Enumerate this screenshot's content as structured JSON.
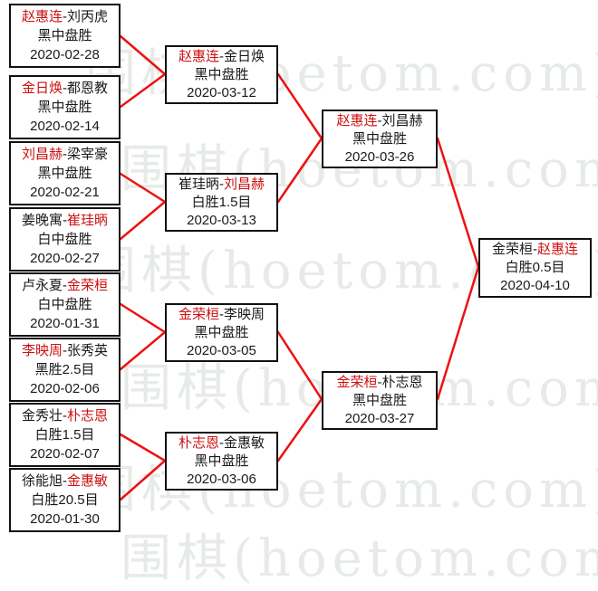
{
  "watermark": {
    "text": "围棋(hoetom.com)",
    "color": "#e7ebe7"
  },
  "separator": "-",
  "colors": {
    "winner_red": "#cc1111",
    "text_black": "#1a1a1a",
    "connector_red": "#ee1111",
    "box_border": "#111111"
  },
  "rounds": {
    "r1": [
      {
        "p1": "赵惠连",
        "p1_style": "color:#cc1111",
        "p2": "刘丙虎",
        "p2_style": "color:#1a1a1a",
        "result": "黑中盘胜",
        "date": "2020-02-28"
      },
      {
        "p1": "金日焕",
        "p1_style": "color:#cc1111",
        "p2": "都恩教",
        "p2_style": "color:#1a1a1a",
        "result": "黑中盘胜",
        "date": "2020-02-14"
      },
      {
        "p1": "刘昌赫",
        "p1_style": "color:#cc1111",
        "p2": "梁宰豪",
        "p2_style": "color:#1a1a1a",
        "result": "黑中盘胜",
        "date": "2020-02-21"
      },
      {
        "p1": "姜晚寓",
        "p1_style": "color:#1a1a1a",
        "p2": "崔珪昞",
        "p2_style": "color:#cc1111",
        "result": "白中盘胜",
        "date": "2020-02-27"
      },
      {
        "p1": "卢永夏",
        "p1_style": "color:#1a1a1a",
        "p2": "金荣桓",
        "p2_style": "color:#cc1111",
        "result": "白中盘胜",
        "date": "2020-01-31"
      },
      {
        "p1": "李映周",
        "p1_style": "color:#cc1111",
        "p2": "张秀英",
        "p2_style": "color:#1a1a1a",
        "result": "黑胜2.5目",
        "date": "2020-02-06"
      },
      {
        "p1": "金秀壮",
        "p1_style": "color:#1a1a1a",
        "p2": "朴志恩",
        "p2_style": "color:#cc1111",
        "result": "白胜1.5目",
        "date": "2020-02-07"
      },
      {
        "p1": "徐能旭",
        "p1_style": "color:#1a1a1a",
        "p2": "金惠敏",
        "p2_style": "color:#cc1111",
        "result": "白胜20.5目",
        "date": "2020-01-30"
      }
    ],
    "r2": [
      {
        "p1": "赵惠连",
        "p1_style": "color:#cc1111",
        "p2": "金日焕",
        "p2_style": "color:#1a1a1a",
        "result": "黑中盘胜",
        "date": "2020-03-12"
      },
      {
        "p1": "崔珪昞",
        "p1_style": "color:#1a1a1a",
        "p2": "刘昌赫",
        "p2_style": "color:#cc1111",
        "result": "白胜1.5目",
        "date": "2020-03-13"
      },
      {
        "p1": "金荣桓",
        "p1_style": "color:#cc1111",
        "p2": "李映周",
        "p2_style": "color:#1a1a1a",
        "result": "黑中盘胜",
        "date": "2020-03-05"
      },
      {
        "p1": "朴志恩",
        "p1_style": "color:#cc1111",
        "p2": "金惠敏",
        "p2_style": "color:#1a1a1a",
        "result": "黑中盘胜",
        "date": "2020-03-06"
      }
    ],
    "r3": [
      {
        "p1": "赵惠连",
        "p1_style": "color:#cc1111",
        "p2": "刘昌赫",
        "p2_style": "color:#1a1a1a",
        "result": "黑中盘胜",
        "date": "2020-03-26"
      },
      {
        "p1": "金荣桓",
        "p1_style": "color:#cc1111",
        "p2": "朴志恩",
        "p2_style": "color:#1a1a1a",
        "result": "黑中盘胜",
        "date": "2020-03-27"
      }
    ],
    "final": [
      {
        "p1": "金荣桓",
        "p1_style": "color:#1a1a1a",
        "p2": "赵惠连",
        "p2_style": "color:#cc1111",
        "result": "白胜0.5目",
        "date": "2020-04-10"
      }
    ]
  }
}
